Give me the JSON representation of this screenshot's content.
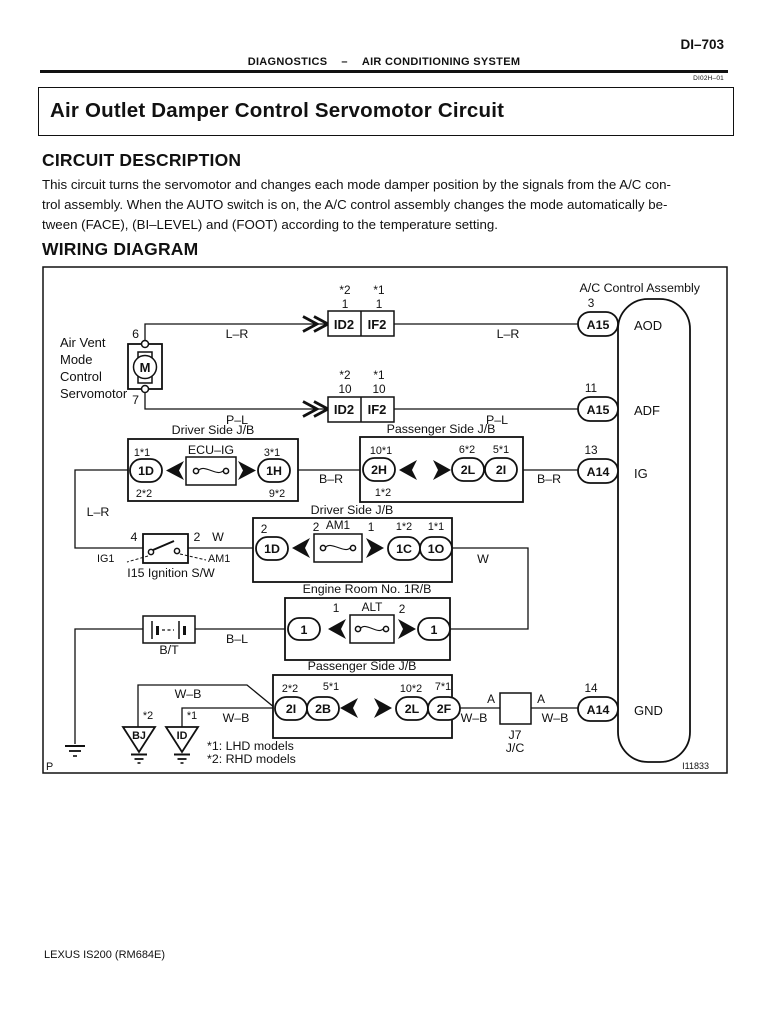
{
  "page": {
    "page_number": "DI–703",
    "header_left": "DIAGNOSTICS",
    "header_dash": "–",
    "header_right": "AIR CONDITIONING SYSTEM",
    "doc_code": "DI02H–01",
    "title": "Air Outlet Damper Control Servomotor Circuit",
    "footer": "LEXUS IS200   (RM684E)"
  },
  "description": {
    "heading": "CIRCUIT DESCRIPTION",
    "lines": [
      "This circuit turns the servomotor and changes each mode damper position by the signals from the A/C con-",
      "trol assembly.  When the AUTO switch is on, the A/C control assembly changes the mode automatically be-",
      "tween (FACE), (BI–LEVEL) and (FOOT) according to the temperature setting."
    ]
  },
  "wiring": {
    "heading": "WIRING DIAGRAM",
    "fig_id": "I11833",
    "page_marker": "P",
    "components": {
      "servomotor": [
        "Air Vent",
        "Mode",
        "Control",
        "Servomotor"
      ],
      "motor": "M",
      "ac_assembly": "A/C Control Assembly",
      "ignition_switch": "I15 Ignition S/W",
      "battery": "B/T",
      "junction_j7": "J7",
      "junction_jc": "J/C",
      "driver_jb": "Driver Side J/B",
      "passenger_jb": "Passenger Side J/B",
      "engine_room_rb": "Engine Room No. 1R/B",
      "fuse_ecu_ig": "ECU–IG",
      "fuse_am1": "AM1",
      "fuse_alt": "ALT",
      "ground_bj": "BJ",
      "ground_id": "ID"
    },
    "connectors": {
      "a15": "A15",
      "a14": "A14",
      "c1d": "1D",
      "c1h": "1H",
      "c1c": "1C",
      "c1o": "1O",
      "c2h": "2H",
      "c2l": "2L",
      "c2i": "2I",
      "c2b": "2B",
      "c2f": "2F",
      "c1": "1"
    },
    "pins": {
      "p1": "1",
      "p2": "2",
      "p3": "3",
      "p4": "4",
      "p6": "6",
      "p7": "7",
      "p10": "10",
      "p11": "11",
      "p13": "13",
      "p14": "14",
      "p1s1": "1*1",
      "p2s2": "2*2",
      "p3s1": "3*1",
      "p9s2": "9*2",
      "p10s1": "10*1",
      "p1s2": "1*2",
      "p6s2": "6*2",
      "p5s1": "5*1",
      "p10s2": "10*2",
      "p7s1": "7*1",
      "s1": "*1",
      "s2": "*2",
      "a": "A",
      "ig1": "IG1",
      "am1": "AM1"
    },
    "wires": {
      "lr": "L–R",
      "pl": "P–L",
      "br": "B–R",
      "bl": "B–L",
      "w": "W",
      "wb": "W–B"
    },
    "signals": {
      "aod": "AOD",
      "adf": "ADF",
      "ig": "IG",
      "gnd": "GND"
    },
    "harness": {
      "id2": "ID2",
      "if2": "IF2"
    },
    "notes": {
      "n1": "*1: LHD models",
      "n2": "*2: RHD models"
    }
  }
}
